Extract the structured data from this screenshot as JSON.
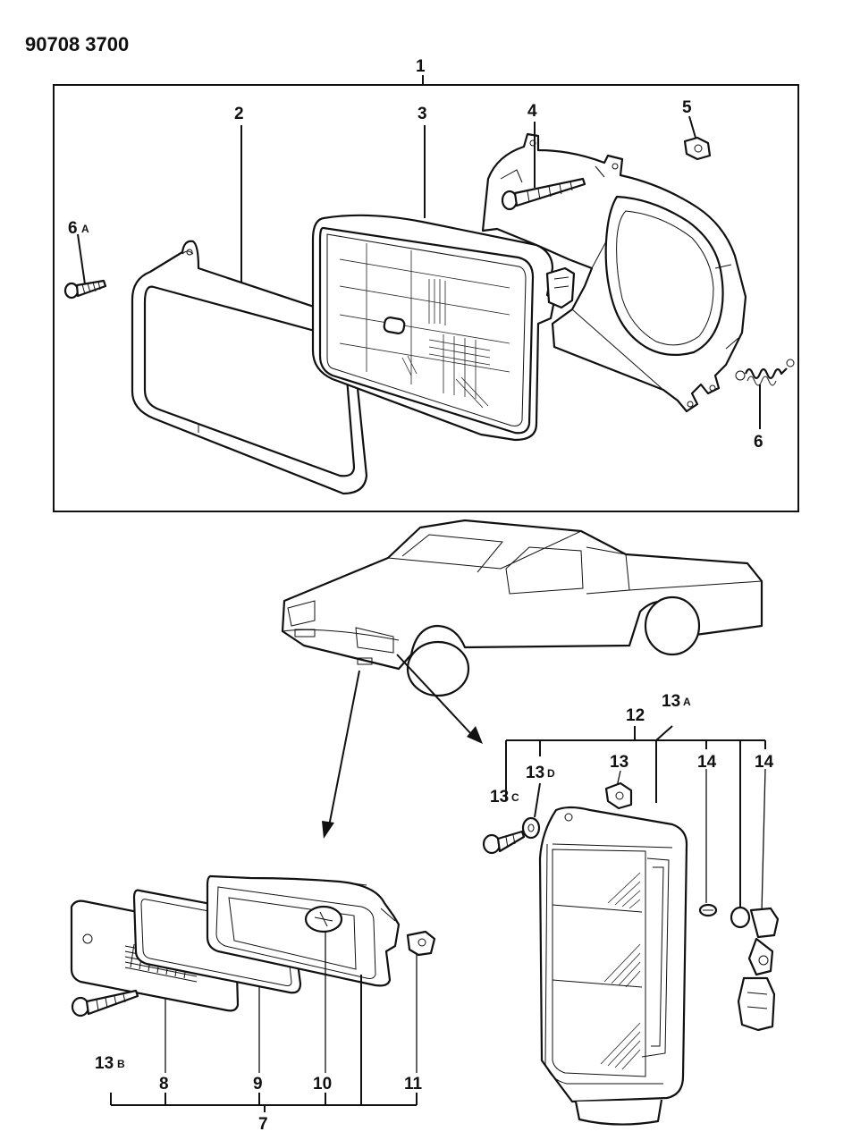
{
  "document_number": "90708 3700",
  "callouts": {
    "c1": "1",
    "c2": "2",
    "c3": "3",
    "c4": "4",
    "c5": "5",
    "c6": "6",
    "c6a": "6",
    "c6a_suffix": "A",
    "c7": "7",
    "c8": "8",
    "c9": "9",
    "c10": "10",
    "c11": "11",
    "c12": "12",
    "c13": "13",
    "c13a": "13",
    "c13a_suffix": "A",
    "c13b": "13",
    "c13b_suffix": "B",
    "c13c": "13",
    "c13c_suffix": "C",
    "c13d": "13",
    "c13d_suffix": "D",
    "c14_left": "14",
    "c14_right": "14"
  }
}
